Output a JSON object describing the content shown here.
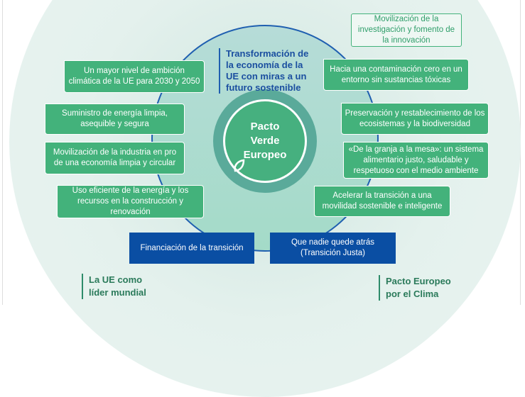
{
  "center": {
    "lines": [
      "Pacto",
      "Verde",
      "Europeo"
    ],
    "icon": "leaf-icon"
  },
  "title": "Transformación de la economía de la UE con miras a un futuro sostenible",
  "left_items": [
    "Un mayor nivel de ambición climática de la UE para 2030 y 2050",
    "Suministro de energía limpia, asequible y segura",
    "Movilización de la industria en pro de una economía limpia y circular",
    "Uso eficiente de la energía y los recursos en la construcción y renovación"
  ],
  "right_items": [
    "Hacia una contaminación cero en un entorno sin sustancias tóxicas",
    "Preservación y restablecimiento de los ecosistemas y la biodiversidad",
    "«De la granja a la mesa»: un sistema alimentario justo, saludable y respetuoso con el medio ambiente",
    "Acelerar la transición a una movilidad sostenible e inteligente"
  ],
  "outline_item": "Movilización de la investigación y fomento de la innovación",
  "bottom_items": [
    "Financiación de la transición",
    "Que nadie quede atrás (Transición Justa)"
  ],
  "labels": [
    "La UE como líder mundial",
    "Pacto Europeo por el Clima"
  ],
  "colors": {
    "green": "#43b27b",
    "blue": "#0a4ea3",
    "teal": "#5aaa9a"
  }
}
